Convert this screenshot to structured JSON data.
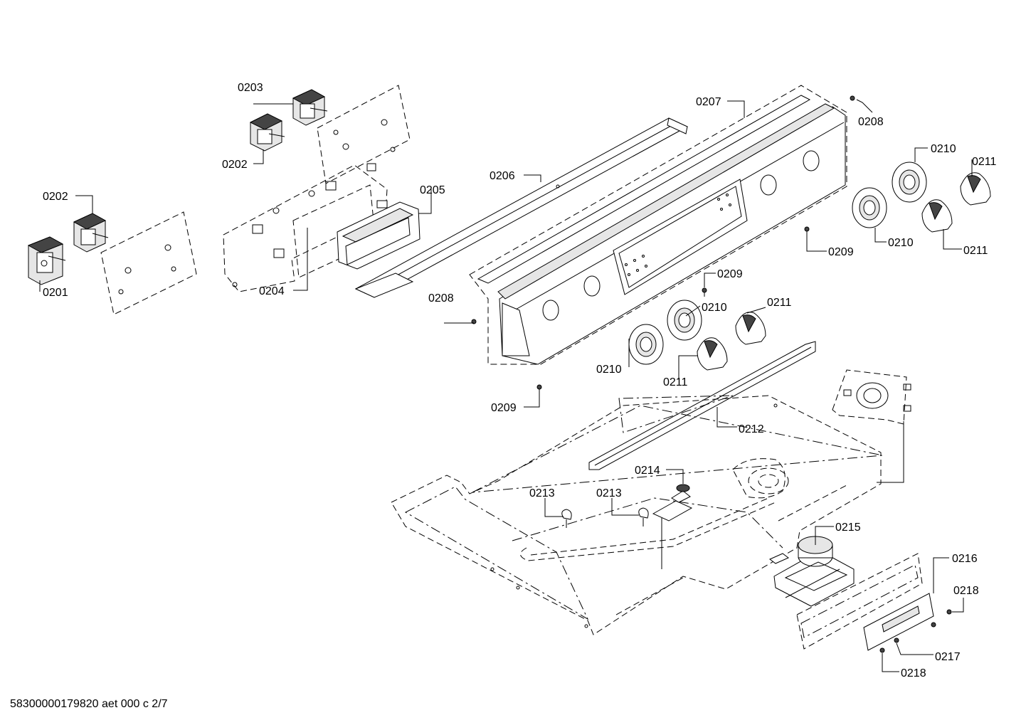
{
  "diagram": {
    "footer_code": "58300000179820 aet 000 c 2/7",
    "callouts": [
      {
        "id": "c0201",
        "label": "0201"
      },
      {
        "id": "c0202a",
        "label": "0202"
      },
      {
        "id": "c0202b",
        "label": "0202"
      },
      {
        "id": "c0203",
        "label": "0203"
      },
      {
        "id": "c0204",
        "label": "0204"
      },
      {
        "id": "c0205",
        "label": "0205"
      },
      {
        "id": "c0206",
        "label": "0206"
      },
      {
        "id": "c0207",
        "label": "0207"
      },
      {
        "id": "c0208a",
        "label": "0208"
      },
      {
        "id": "c0208b",
        "label": "0208"
      },
      {
        "id": "c0209a",
        "label": "0209"
      },
      {
        "id": "c0209b",
        "label": "0209"
      },
      {
        "id": "c0209c",
        "label": "0209"
      },
      {
        "id": "c0210a",
        "label": "0210"
      },
      {
        "id": "c0210b",
        "label": "0210"
      },
      {
        "id": "c0210c",
        "label": "0210"
      },
      {
        "id": "c0210d",
        "label": "0210"
      },
      {
        "id": "c0211a",
        "label": "0211"
      },
      {
        "id": "c0211b",
        "label": "0211"
      },
      {
        "id": "c0211c",
        "label": "0211"
      },
      {
        "id": "c0211d",
        "label": "0211"
      },
      {
        "id": "c0212",
        "label": "0212"
      },
      {
        "id": "c0213a",
        "label": "0213"
      },
      {
        "id": "c0213b",
        "label": "0213"
      },
      {
        "id": "c0214",
        "label": "0214"
      },
      {
        "id": "c0215",
        "label": "0215"
      },
      {
        "id": "c0216",
        "label": "0216"
      },
      {
        "id": "c0217",
        "label": "0217"
      },
      {
        "id": "c0218a",
        "label": "0218"
      },
      {
        "id": "c0218b",
        "label": "0218"
      }
    ]
  }
}
